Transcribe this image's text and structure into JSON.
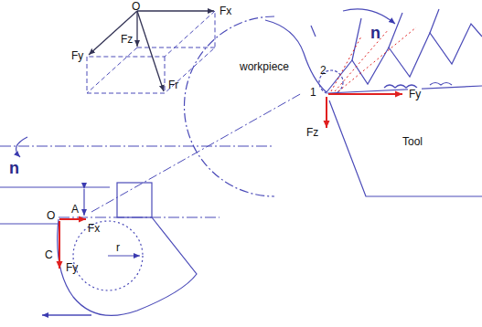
{
  "diagram": {
    "labels": [
      "O",
      "Fx",
      "Fy",
      "Fz",
      "Fr",
      "n",
      "workpiece",
      "2",
      "1",
      "Fy",
      "Fz",
      "Tool",
      "n",
      "O",
      "A",
      "Fx",
      "C",
      "Fy",
      "r"
    ]
  }
}
